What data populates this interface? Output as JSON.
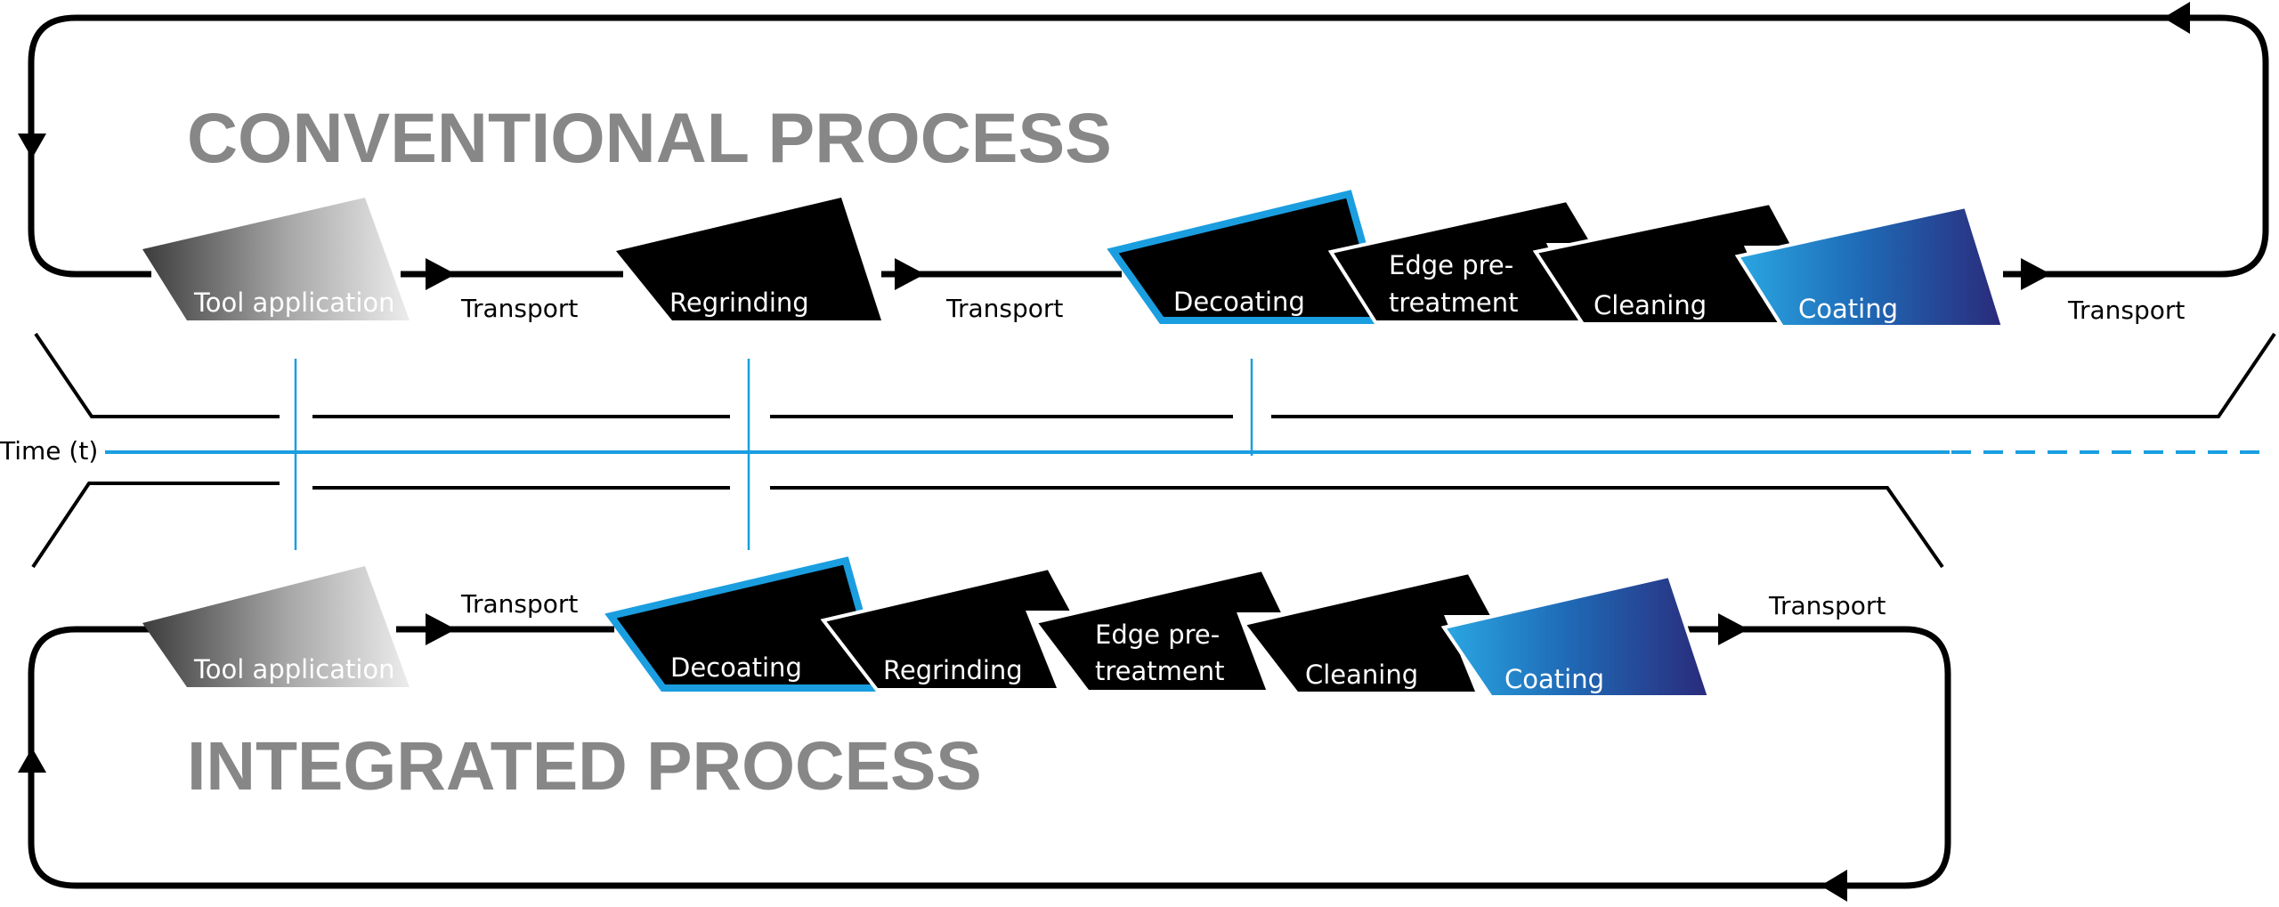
{
  "conventional": {
    "title": "CONVENTIONAL PROCESS",
    "steps": {
      "tool_application": "Tool application",
      "regrinding": "Regrinding",
      "decoating": "Decoating",
      "edge_pre_1": "Edge pre-",
      "edge_pre_2": "treatment",
      "cleaning": "Cleaning",
      "coating": "Coating"
    },
    "transports": [
      "Transport",
      "Transport",
      "Transport"
    ]
  },
  "timeline": {
    "label": "Time (t)"
  },
  "integrated": {
    "title": "INTEGRATED PROCESS",
    "steps": {
      "tool_application": "Tool application",
      "decoating": "Decoating",
      "regrinding": "Regrinding",
      "edge_pre_1": "Edge pre-",
      "edge_pre_2": "treatment",
      "cleaning": "Cleaning",
      "coating": "Coating"
    },
    "transports": [
      "Transport",
      "Transport"
    ]
  },
  "colors": {
    "title_gray": "#878787",
    "step_black": "#000000",
    "accent_blue": "#1a9ee0",
    "coating_start": "#2aa7e2",
    "coating_end": "#2a2a7a",
    "tool_light": "#e6e6e6",
    "tool_dark": "#3c3c3c"
  }
}
